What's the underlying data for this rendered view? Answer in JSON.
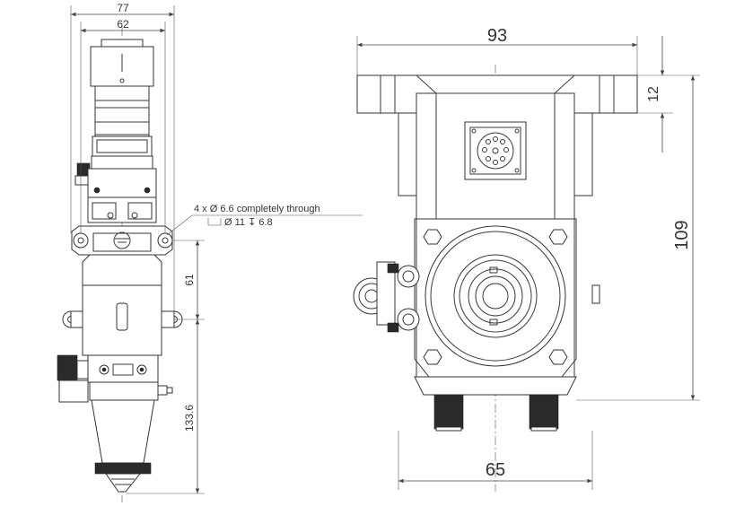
{
  "dimensions": {
    "side_width_outer": "77",
    "side_width_inner": "62",
    "side_height_upper": "61",
    "side_height_lower": "133.6",
    "front_width_top": "93",
    "front_width_bottom": "65",
    "front_height_total": "109",
    "front_flange_height": "12"
  },
  "annotation": {
    "line1": "4 x  Ø 6.6 completely through",
    "line2": "Ø 11  ↧ 6.8"
  },
  "colors": {
    "line": "#3a3a3a",
    "background": "#ffffff"
  }
}
